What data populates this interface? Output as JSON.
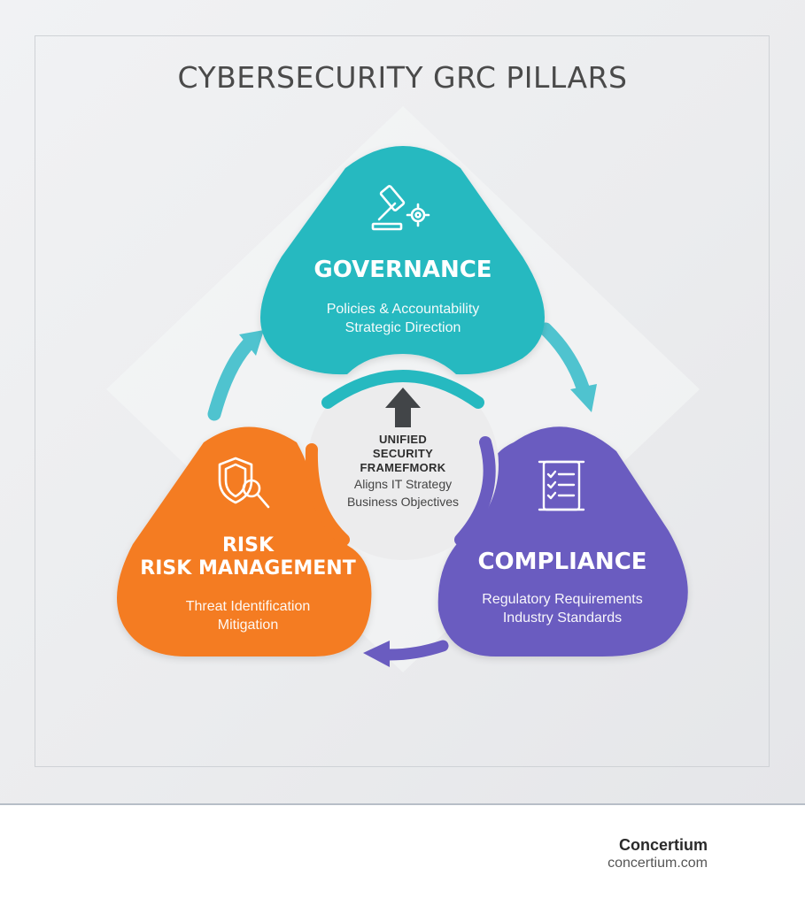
{
  "title": "CYBERSECURITY GRC PILLARS",
  "colors": {
    "governance": "#26b9c0",
    "risk": "#f47c22",
    "compliance": "#6a5cc0",
    "arrow_dark": "#424548"
  },
  "pillars": {
    "governance": {
      "icon": "gavel-gear-icon",
      "heading": "GOVERNANCE",
      "line1": "Policies & Accountability",
      "line2": "Strategic Direction"
    },
    "risk": {
      "icon": "shield-magnifier-icon",
      "heading1": "RISK",
      "heading2": "RISK MANAGEMENT",
      "line1": "Threat Identification",
      "line2": "Mitigation"
    },
    "compliance": {
      "icon": "checklist-scroll-icon",
      "heading": "COMPLIANCE",
      "line1": "Regulatory Requirements",
      "line2": "Industry Standards"
    }
  },
  "center": {
    "line1": "UNIFIED",
    "line2": "SECURITY",
    "line3": "FRAMEFMORK",
    "line4": "Aligns IT Strategy",
    "line5": "Business Objectives"
  },
  "footer": {
    "brand": "Concertium",
    "url": "concertium.com"
  }
}
